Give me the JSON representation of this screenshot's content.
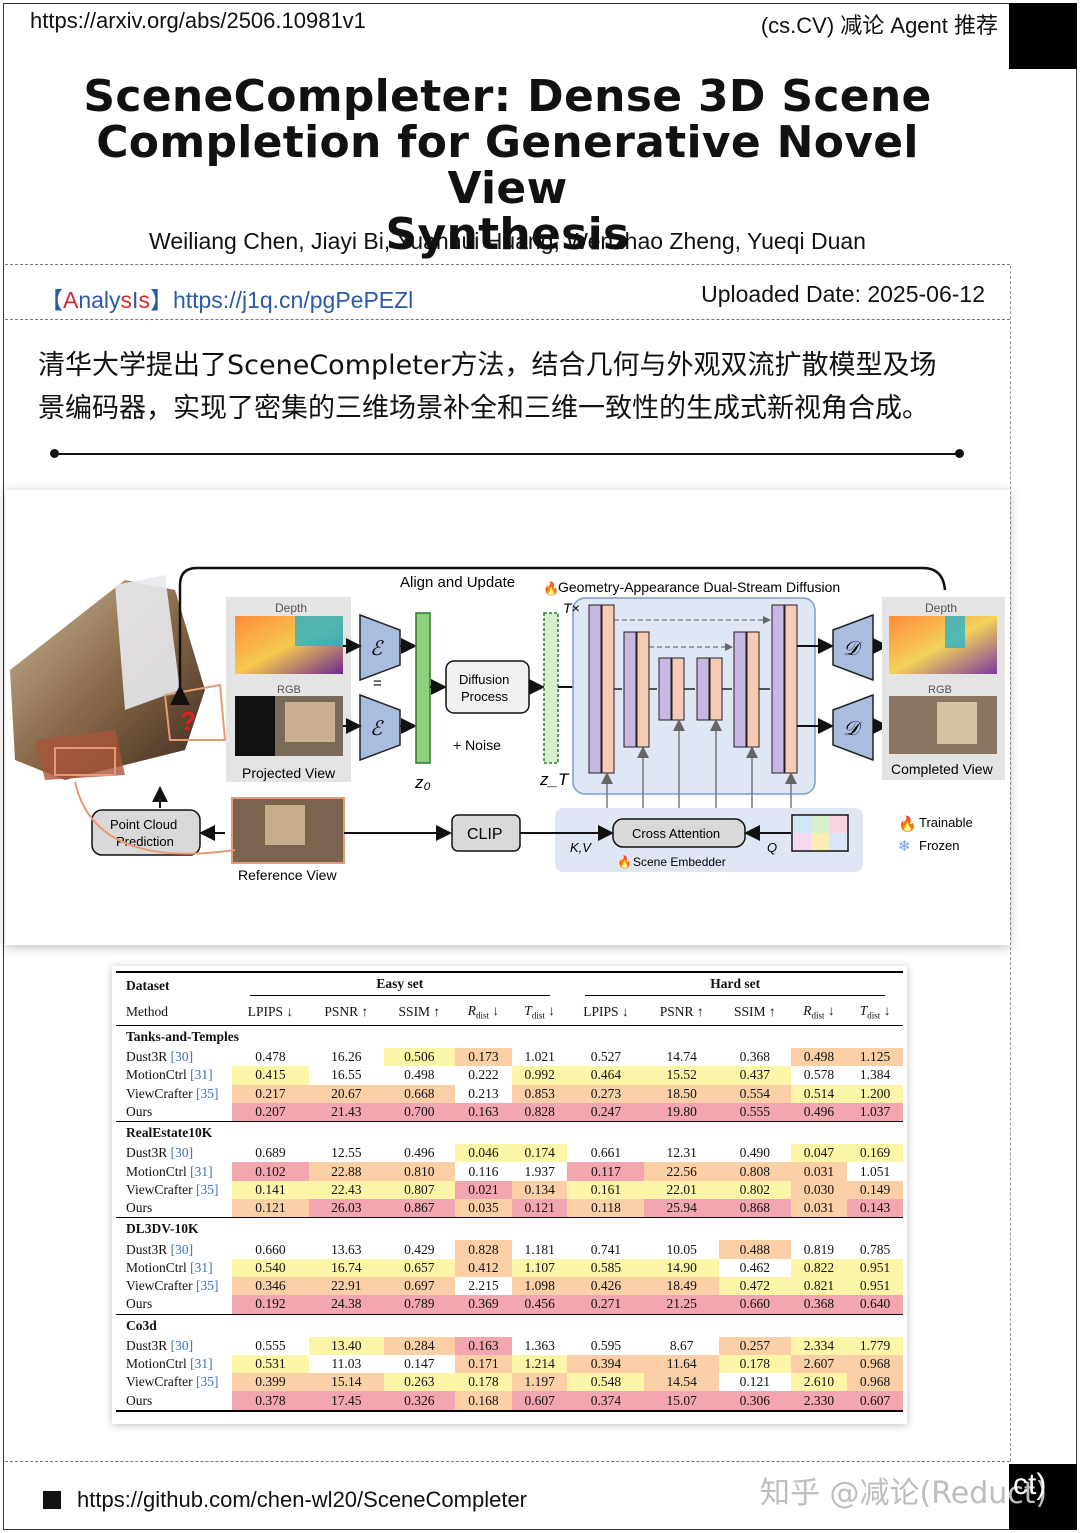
{
  "header": {
    "url": "https://arxiv.org/abs/2506.10981v1",
    "category": "(cs.CV) 减论 Agent 推荐"
  },
  "paper": {
    "title_line1": "SceneCompleter: Dense 3D Scene",
    "title_line2": "Completion for Generative Novel View",
    "title_line3": "Synthesis",
    "authors": "Weiliang Chen, Jiayi Bi, Yuanhui Huang, Wenzhao Zheng, Yueqi Duan"
  },
  "meta": {
    "bracket_open": "【",
    "analysis_a": "A",
    "analysis_naly": "naly",
    "analysis_s": "s",
    "analysis_i": "I",
    "analysis_s2": "s",
    "bracket_close": "】",
    "analysis_url": "https://j1q.cn/pgPePEZl",
    "uploaded": "Uploaded Date: 2025-06-12"
  },
  "summary_line1": "清华大学提出了SceneCompleter方法，结合几何与外观双流扩散模型及场",
  "summary_line2": "景编码器，实现了密集的三维场景补全和三维一致性的生成式新视角合成。",
  "figure": {
    "align_update": "Align and Update",
    "dual_stream": "Geometry-Appearance Dual-Stream Diffusion",
    "depth_left": "Depth",
    "rgb_left": "RGB",
    "projected_view": "Projected View",
    "encoder": "ℰ",
    "eq_sign": "=",
    "z0": "z₀",
    "diffusion_process_1": "Diffusion",
    "diffusion_process_2": "Process",
    "noise": "+ Noise",
    "zt": "z_T",
    "tx": "T×",
    "decoder": "𝒟",
    "depth_right": "Depth",
    "rgb_right": "RGB",
    "completed_view": "Completed View",
    "point_cloud_1": "Point Cloud",
    "point_cloud_2": "Prediction",
    "reference_view": "Reference View",
    "clip": "CLIP",
    "kv": "K,V",
    "cross_attention": "Cross Attention",
    "q": "Q",
    "scene_embedder": "Scene Embedder",
    "trainable": "Trainable",
    "frozen": "Frozen",
    "question": "?"
  },
  "table": {
    "dataset_label": "Dataset",
    "method_label": "Method",
    "easy_set": "Easy set",
    "hard_set": "Hard set",
    "metrics": [
      "LPIPS ↓",
      "PSNR ↑",
      "SSIM ↑",
      "R",
      "T"
    ],
    "metric_sub": "dist",
    "down": " ↓",
    "groups": [
      {
        "name": "Tanks-and-Temples",
        "rows": [
          {
            "method": "Dust3R",
            "cite": "[30]",
            "vals": [
              "0.478",
              "16.26",
              "0.506",
              "0.173",
              "1.021",
              "0.527",
              "14.74",
              "0.368",
              "0.498",
              "1.125"
            ]
          },
          {
            "method": "MotionCtrl",
            "cite": "[31]",
            "vals": [
              "0.415",
              "16.55",
              "0.498",
              "0.222",
              "0.992",
              "0.464",
              "15.52",
              "0.437",
              "0.578",
              "1.384"
            ]
          },
          {
            "method": "ViewCrafter",
            "cite": "[35]",
            "vals": [
              "0.217",
              "20.67",
              "0.668",
              "0.213",
              "0.853",
              "0.273",
              "18.50",
              "0.554",
              "0.514",
              "1.200"
            ]
          },
          {
            "method": "Ours",
            "cite": "",
            "vals": [
              "0.207",
              "21.43",
              "0.700",
              "0.163",
              "0.828",
              "0.247",
              "19.80",
              "0.555",
              "0.496",
              "1.037"
            ]
          }
        ]
      },
      {
        "name": "RealEstate10K",
        "rows": [
          {
            "method": "Dust3R",
            "cite": "[30]",
            "vals": [
              "0.689",
              "12.55",
              "0.496",
              "0.046",
              "0.174",
              "0.661",
              "12.31",
              "0.490",
              "0.047",
              "0.169"
            ]
          },
          {
            "method": "MotionCtrl",
            "cite": "[31]",
            "vals": [
              "0.102",
              "22.88",
              "0.810",
              "0.116",
              "1.937",
              "0.117",
              "22.56",
              "0.808",
              "0.031",
              "1.051"
            ]
          },
          {
            "method": "ViewCrafter",
            "cite": "[35]",
            "vals": [
              "0.141",
              "22.43",
              "0.807",
              "0.021",
              "0.134",
              "0.161",
              "22.01",
              "0.802",
              "0.030",
              "0.149"
            ]
          },
          {
            "method": "Ours",
            "cite": "",
            "vals": [
              "0.121",
              "26.03",
              "0.867",
              "0.035",
              "0.121",
              "0.118",
              "25.94",
              "0.868",
              "0.031",
              "0.143"
            ]
          }
        ]
      },
      {
        "name": "DL3DV-10K",
        "rows": [
          {
            "method": "Dust3R",
            "cite": "[30]",
            "vals": [
              "0.660",
              "13.63",
              "0.429",
              "0.828",
              "1.181",
              "0.741",
              "10.05",
              "0.488",
              "0.819",
              "0.785"
            ]
          },
          {
            "method": "MotionCtrl",
            "cite": "[31]",
            "vals": [
              "0.540",
              "16.74",
              "0.657",
              "0.412",
              "1.107",
              "0.585",
              "14.90",
              "0.462",
              "0.822",
              "0.951"
            ]
          },
          {
            "method": "ViewCrafter",
            "cite": "[35]",
            "vals": [
              "0.346",
              "22.91",
              "0.697",
              "2.215",
              "1.098",
              "0.426",
              "18.49",
              "0.472",
              "0.821",
              "0.951"
            ]
          },
          {
            "method": "Ours",
            "cite": "",
            "vals": [
              "0.192",
              "24.38",
              "0.789",
              "0.369",
              "0.456",
              "0.271",
              "21.25",
              "0.660",
              "0.368",
              "0.640"
            ]
          }
        ]
      },
      {
        "name": "Co3d",
        "rows": [
          {
            "method": "Dust3R",
            "cite": "[30]",
            "vals": [
              "0.555",
              "13.40",
              "0.284",
              "0.163",
              "1.363",
              "0.595",
              "8.67",
              "0.257",
              "2.334",
              "1.779"
            ]
          },
          {
            "method": "MotionCtrl",
            "cite": "[31]",
            "vals": [
              "0.531",
              "11.03",
              "0.147",
              "0.171",
              "1.214",
              "0.394",
              "11.64",
              "0.178",
              "2.607",
              "0.968"
            ]
          },
          {
            "method": "ViewCrafter",
            "cite": "[35]",
            "vals": [
              "0.399",
              "15.14",
              "0.263",
              "0.178",
              "1.197",
              "0.548",
              "14.54",
              "0.121",
              "2.610",
              "0.968"
            ]
          },
          {
            "method": "Ours",
            "cite": "",
            "vals": [
              "0.378",
              "17.45",
              "0.326",
              "0.168",
              "0.607",
              "0.374",
              "15.07",
              "0.306",
              "2.330",
              "0.607"
            ]
          }
        ]
      }
    ],
    "highlight": [
      [
        "",
        "",
        "y",
        "o",
        "",
        "",
        "",
        "",
        "o",
        "o"
      ],
      [
        "y",
        "",
        "",
        "",
        "y",
        "y",
        "y",
        "y",
        "",
        ""
      ],
      [
        "o",
        "o",
        "o",
        "",
        "o",
        "o",
        "o",
        "o",
        "y",
        "y"
      ],
      [
        "r",
        "r",
        "r",
        "r",
        "r",
        "r",
        "r",
        "r",
        "r",
        "r"
      ],
      [
        "",
        "",
        "",
        "y",
        "y",
        "",
        "",
        "",
        "y",
        "y"
      ],
      [
        "r",
        "o",
        "o",
        "",
        "",
        "r",
        "o",
        "o",
        "o",
        ""
      ],
      [
        "y",
        "y",
        "y",
        "r",
        "o",
        "y",
        "y",
        "y",
        "o",
        "o"
      ],
      [
        "o",
        "r",
        "r",
        "o",
        "r",
        "o",
        "r",
        "r",
        "o",
        "r"
      ],
      [
        "",
        "",
        "",
        "o",
        "",
        "",
        "",
        "o",
        "",
        ""
      ],
      [
        "y",
        "y",
        "y",
        "o",
        "y",
        "y",
        "y",
        "",
        "y",
        "y"
      ],
      [
        "o",
        "o",
        "o",
        "",
        "o",
        "o",
        "o",
        "y",
        "y",
        "y"
      ],
      [
        "r",
        "r",
        "r",
        "r",
        "r",
        "r",
        "r",
        "r",
        "r",
        "r"
      ],
      [
        "",
        "y",
        "o",
        "r",
        "",
        "",
        "",
        "o",
        "y",
        "y"
      ],
      [
        "y",
        "",
        "",
        "o",
        "y",
        "o",
        "o",
        "y",
        "o",
        "o"
      ],
      [
        "o",
        "o",
        "y",
        "y",
        "o",
        "y",
        "o",
        "",
        "y",
        "o"
      ],
      [
        "r",
        "r",
        "r",
        "o",
        "r",
        "r",
        "r",
        "r",
        "r",
        "r"
      ]
    ]
  },
  "footer": {
    "github": "https://github.com/chen-wl20/SceneCompleter",
    "watermark": "知乎 @减论(Reduct)",
    "wm_end": "ct)"
  }
}
